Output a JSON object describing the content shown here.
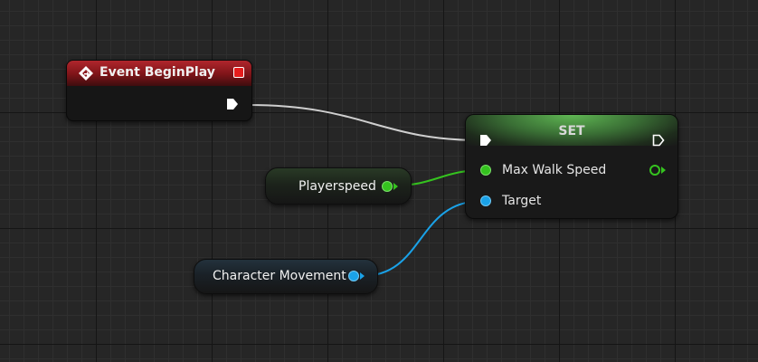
{
  "event_node": {
    "title": "Event BeginPlay",
    "icon": "event-diamond-icon",
    "header_color": "#a3232a"
  },
  "set_node": {
    "title": "SET",
    "pins": {
      "max_walk_speed": "Max Walk Speed",
      "target": "Target"
    },
    "header_color": "#4e9a44"
  },
  "variables": {
    "playerspeed": "Playerspeed",
    "character_movement": "Character Movement"
  },
  "colors": {
    "float_pin": "#35c31f",
    "object_pin": "#1aa2e8",
    "exec_wire": "#d0d0d0"
  }
}
